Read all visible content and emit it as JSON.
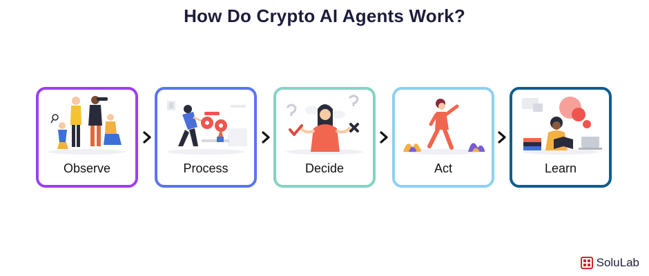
{
  "title": "How Do Crypto AI Agents Work?",
  "steps": [
    {
      "label": "Observe",
      "icon": "people-observing-binoculars-illustration",
      "border_color": "#9b3ff0"
    },
    {
      "label": "Process",
      "icon": "person-pushing-gears-illustration",
      "border_color": "#5b74ee"
    },
    {
      "label": "Decide",
      "icon": "woman-choosing-yes-no-illustration",
      "border_color": "#86d2c4"
    },
    {
      "label": "Act",
      "icon": "woman-walking-illustration",
      "border_color": "#8ed0f2"
    },
    {
      "label": "Learn",
      "icon": "boy-reading-book-illustration",
      "border_color": "#0f5c8e"
    }
  ],
  "arrow_icon": "chevron-right-icon",
  "brand": {
    "name": "SoluLab",
    "logo_icon": "solulab-logo-icon",
    "logo_color": "#d8232a"
  }
}
